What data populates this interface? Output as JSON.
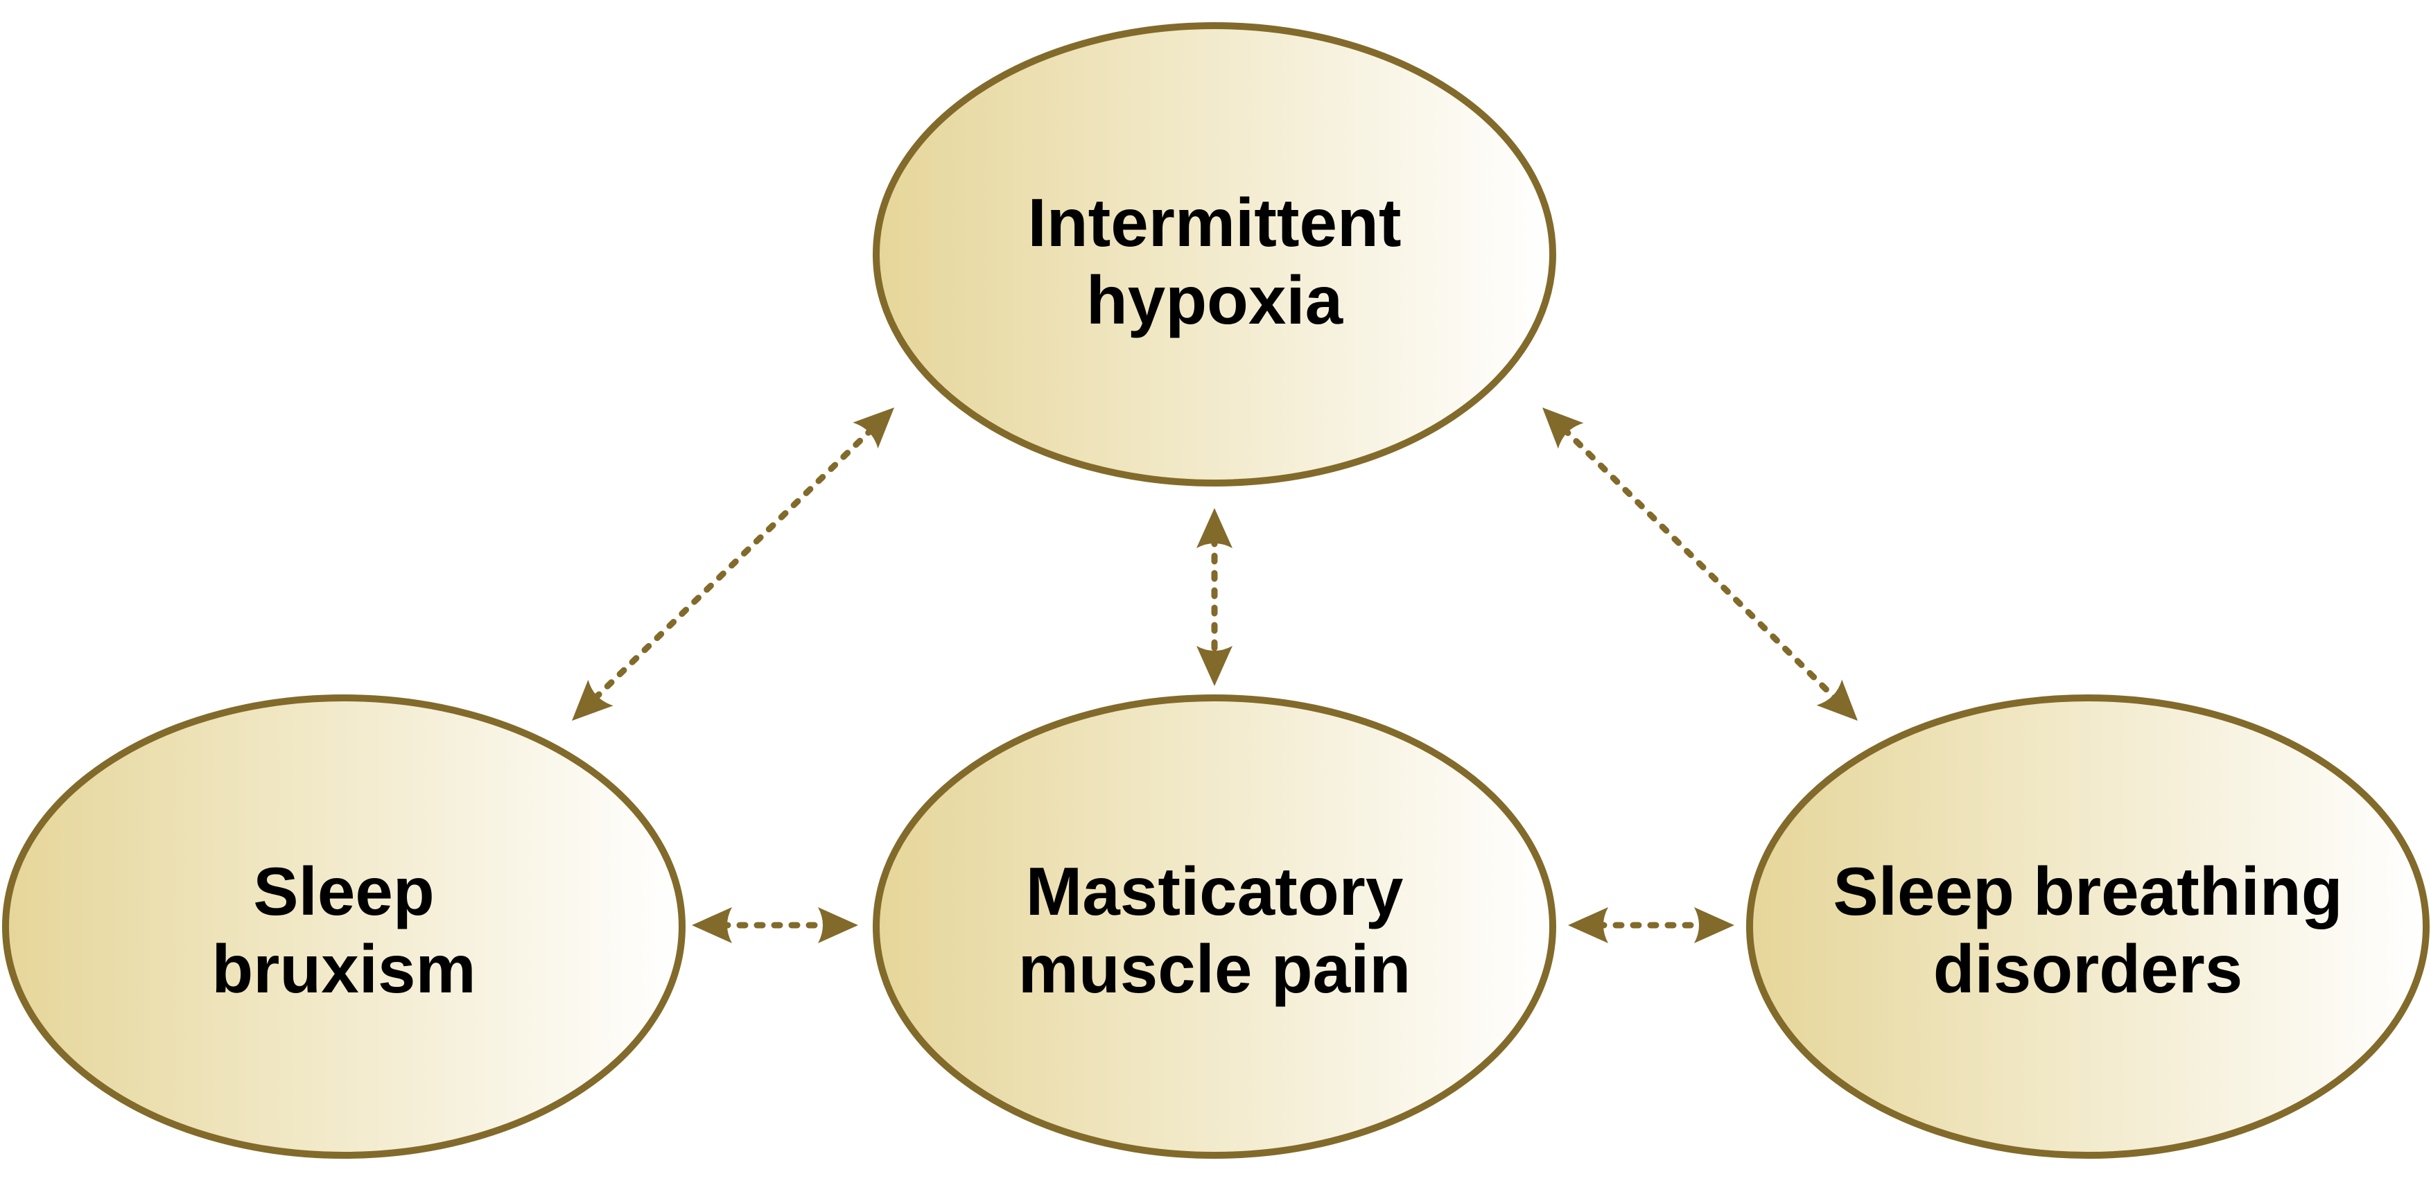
{
  "diagram": {
    "colors": {
      "border": "#826a2b",
      "arrow": "#826a2b",
      "fill_start": "#e6d69a",
      "fill_end": "#ffffff",
      "text": "#000000"
    },
    "nodes": [
      {
        "id": "intermittent-hypoxia",
        "lines": [
          "Intermittent",
          "hypoxia"
        ]
      },
      {
        "id": "sleep-bruxism",
        "lines": [
          "Sleep",
          "bruxism"
        ]
      },
      {
        "id": "masticatory-muscle-pain",
        "lines": [
          "Masticatory",
          "muscle pain"
        ]
      },
      {
        "id": "sleep-breathing-disorders",
        "lines": [
          "Sleep breathing",
          "disorders"
        ]
      }
    ],
    "edges": [
      {
        "from": "intermittent-hypoxia",
        "to": "sleep-bruxism",
        "style": "dotted",
        "direction": "bidirectional"
      },
      {
        "from": "intermittent-hypoxia",
        "to": "masticatory-muscle-pain",
        "style": "dotted",
        "direction": "bidirectional"
      },
      {
        "from": "intermittent-hypoxia",
        "to": "sleep-breathing-disorders",
        "style": "dotted",
        "direction": "bidirectional"
      },
      {
        "from": "sleep-bruxism",
        "to": "masticatory-muscle-pain",
        "style": "dotted",
        "direction": "bidirectional"
      },
      {
        "from": "masticatory-muscle-pain",
        "to": "sleep-breathing-disorders",
        "style": "dotted",
        "direction": "bidirectional"
      }
    ]
  }
}
